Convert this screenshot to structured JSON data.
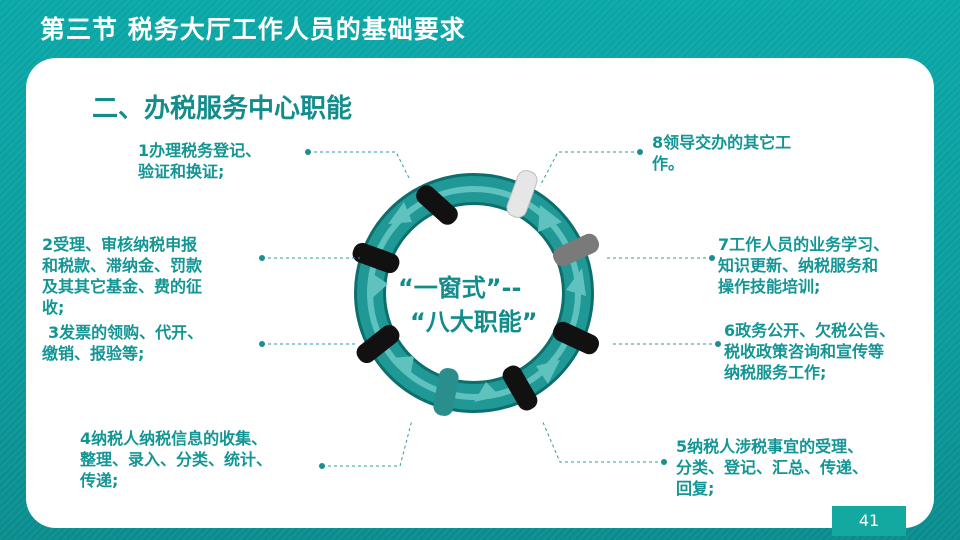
{
  "header": {
    "title": "第三节 税务大厅工作人员的基础要求"
  },
  "section": {
    "subtitle": "二、办税服务中心职能"
  },
  "center": {
    "line1": "“一窗式”--",
    "line2": "“八大职能”"
  },
  "items": [
    {
      "lines": [
        "1办理税务登记、",
        "验证和换证;"
      ]
    },
    {
      "lines": [
        "2受理、审核纳税申报",
        "和税款、滞纳金、罚款",
        "及其其它基金、费的征",
        "收;"
      ]
    },
    {
      "lines": [
        "3发票的领购、代开、",
        "缴销、报验等;"
      ]
    },
    {
      "lines": [
        "4纳税人纳税信息的收集、",
        "整理、录入、分类、统计、",
        "传递;"
      ]
    },
    {
      "lines": [
        "5纳税人涉税事宜的受理、",
        "分类、登记、汇总、传递、",
        "回复;"
      ]
    },
    {
      "lines": [
        "6政务公开、欠税公告、",
        "税收政策咨询和宣传等",
        "纳税服务工作;"
      ]
    },
    {
      "lines": [
        "7工作人员的业务学习、",
        "知识更新、纳税服务和",
        "操作技能培训;"
      ]
    },
    {
      "lines": [
        "8领导交办的其它工",
        "作。"
      ]
    }
  ],
  "footer": {
    "page_number": "41"
  },
  "colors": {
    "teal": "#149595",
    "dark_teal": "#138c8c",
    "ring": "#1e8f8c",
    "clip": "#111111",
    "clip_gray": "#7a7a7a",
    "clip_white": "#e6e6e6"
  }
}
